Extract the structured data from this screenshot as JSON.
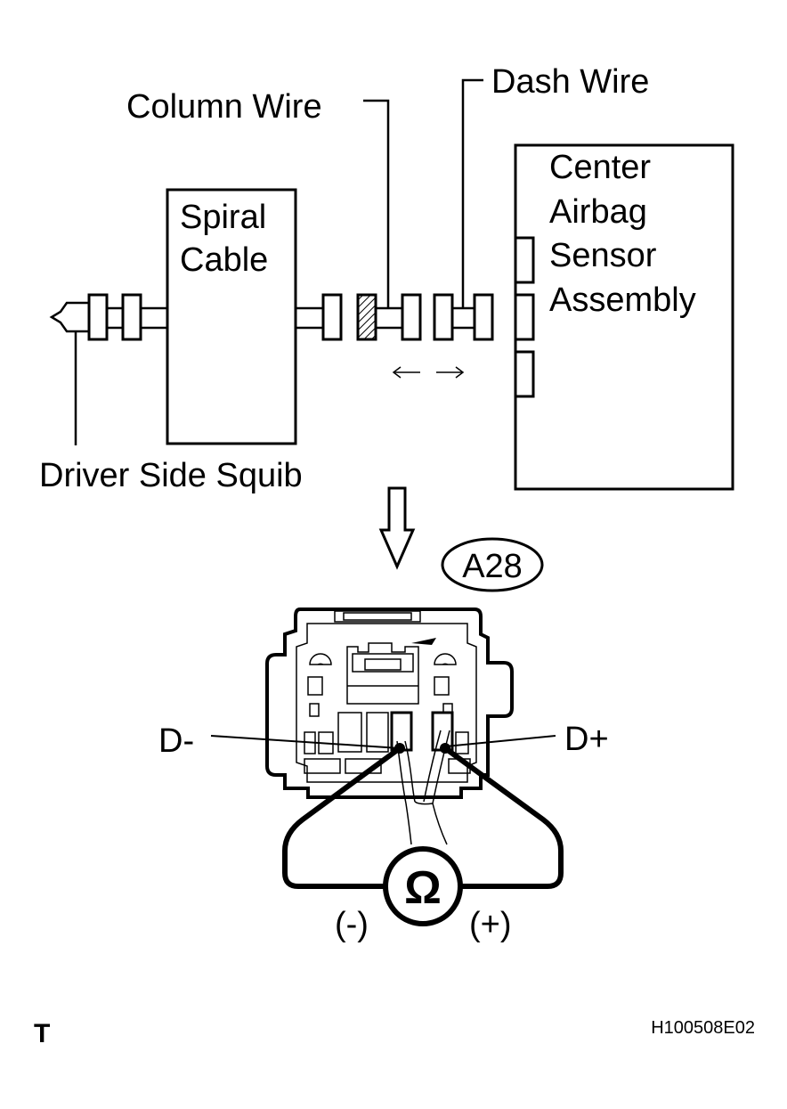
{
  "labels": {
    "column_wire": "Column Wire",
    "dash_wire": "Dash Wire",
    "spiral_cable_line1": "Spiral",
    "spiral_cable_line2": "Cable",
    "center_line1": "Center",
    "center_line2": "Airbag",
    "center_line3": "Sensor",
    "center_line4": "Assembly",
    "driver_squib": "Driver Side Squib",
    "connector_id": "A28",
    "terminal_minus": "D-",
    "terminal_plus": "D+",
    "meter_symbol": "Ω",
    "probe_minus": "(-)",
    "probe_plus": "(+)",
    "corner_mark": "T",
    "figure_code": "H100508E02"
  }
}
